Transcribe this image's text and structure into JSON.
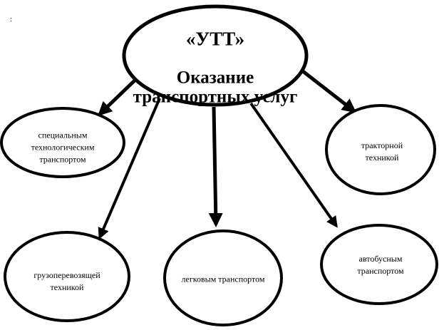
{
  "stray_mark": ":",
  "center": {
    "title": "«УТТ»",
    "subtitle": "Оказание\nтранспортных услуг"
  },
  "nodes": [
    {
      "id": "special",
      "label": "специальным\nтехнологическим\nтранспортом"
    },
    {
      "id": "tractor",
      "label": "тракторной\nтехникой"
    },
    {
      "id": "cargo",
      "label": "грузоперевозящей\nтехникой"
    },
    {
      "id": "cars",
      "label": "легковым транспортом"
    },
    {
      "id": "bus",
      "label": "автобусным\nтранспортом"
    }
  ]
}
